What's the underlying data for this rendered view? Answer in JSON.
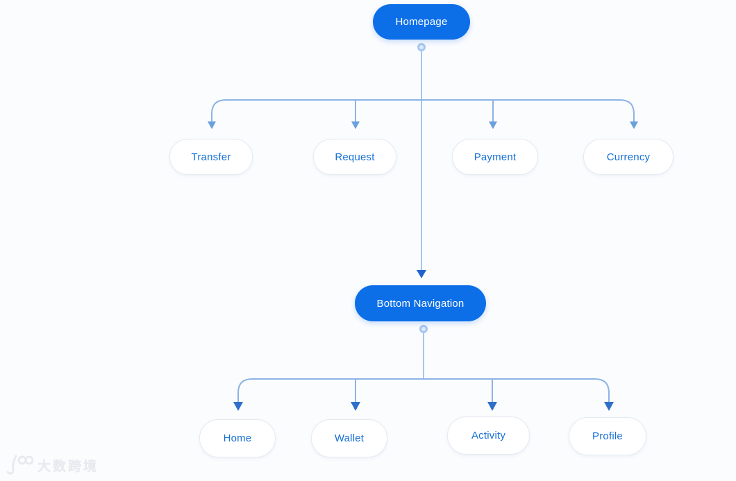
{
  "diagram": {
    "type": "flowchart",
    "root": {
      "label": "Homepage"
    },
    "branch1": {
      "children": [
        {
          "label": "Transfer"
        },
        {
          "label": "Request"
        },
        {
          "label": "Payment"
        },
        {
          "label": "Currency"
        }
      ]
    },
    "mid": {
      "label": "Bottom Navigation"
    },
    "branch2": {
      "children": [
        {
          "label": "Home"
        },
        {
          "label": "Wallet"
        },
        {
          "label": "Activity"
        },
        {
          "label": "Profile"
        }
      ]
    },
    "colors": {
      "background": "#fbfcfe",
      "primary_node_bg": "#0d6fe8",
      "primary_node_text": "#ffffff",
      "secondary_node_bg": "#ffffff",
      "secondary_node_text": "#1670d6",
      "secondary_node_border": "#e5eaf1",
      "connector_line": "#8db3e6",
      "connector_center_line": "#a6c6ee",
      "arrow_top": "#6ba0de",
      "arrow_bottom": "#2e6fc9",
      "arrow_center": "#1f63cc"
    },
    "watermark": {
      "text": "大数跨境",
      "logo": "100-swoosh-logo"
    }
  }
}
